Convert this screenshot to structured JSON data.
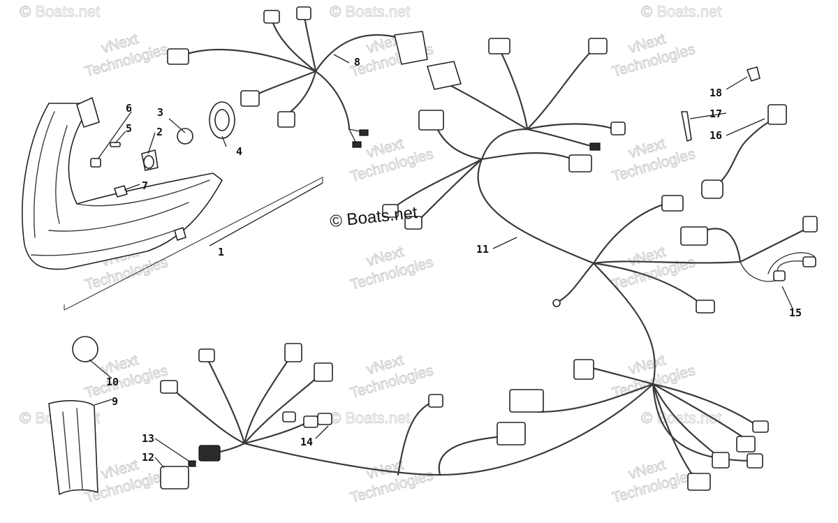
{
  "diagram": {
    "watermark_main": "© Boats.net",
    "watermark_tile": "© Boats.net",
    "watermark_vnext_line1": "vNext",
    "watermark_vnext_line2": "Technologies",
    "callouts": {
      "c1": "1",
      "c2": "2",
      "c3": "3",
      "c4": "4",
      "c5": "5",
      "c6": "6",
      "c7": "7",
      "c8": "8",
      "c9": "9",
      "c10": "10",
      "c11": "11",
      "c12": "12",
      "c13": "13",
      "c14": "14",
      "c15": "15",
      "c16": "16",
      "c17": "17",
      "c18": "18"
    },
    "colors": {
      "line": "#222222",
      "watermark": "#c4c4c4",
      "background": "#ffffff"
    }
  }
}
